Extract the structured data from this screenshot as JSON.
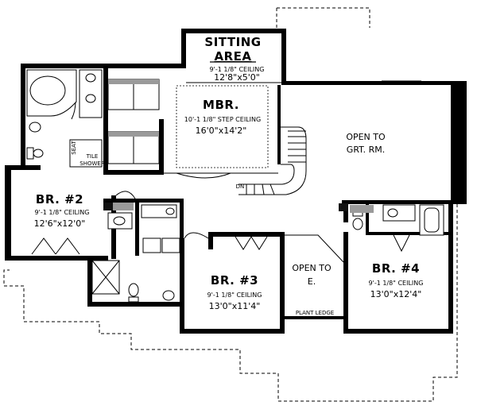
{
  "rooms": {
    "sitting": {
      "title_line1": "SITTING",
      "title_line2": "AREA",
      "ceiling": "9'-1 1/8\" CEILING",
      "size": "12'8\"x5'0\""
    },
    "mbr": {
      "title": "MBR.",
      "ceiling": "10'-1 1/8\" STEP CEILING",
      "size": "16'0\"x14'2\""
    },
    "open_grt": {
      "line1": "OPEN TO",
      "line2": "GRT. RM."
    },
    "br2": {
      "title": "BR. #2",
      "ceiling": "9'-1 1/8\" CEILING",
      "size": "12'6\"x12'0\""
    },
    "br3": {
      "title": "BR. #3",
      "ceiling": "9'-1 1/8\" CEILING",
      "size": "13'0\"x11'4\""
    },
    "open_e": {
      "line1": "OPEN TO",
      "line2": "E."
    },
    "br4": {
      "title": "BR. #4",
      "ceiling": "9'-1 1/8\" CEILING",
      "size": "13'0\"x12'4\""
    }
  },
  "labels": {
    "seat": "SEAT",
    "tile_shower_1": "TILE",
    "tile_shower_2": "SHOWER",
    "dn": "DN",
    "plant_ledge": "PLANT LEDGE"
  }
}
